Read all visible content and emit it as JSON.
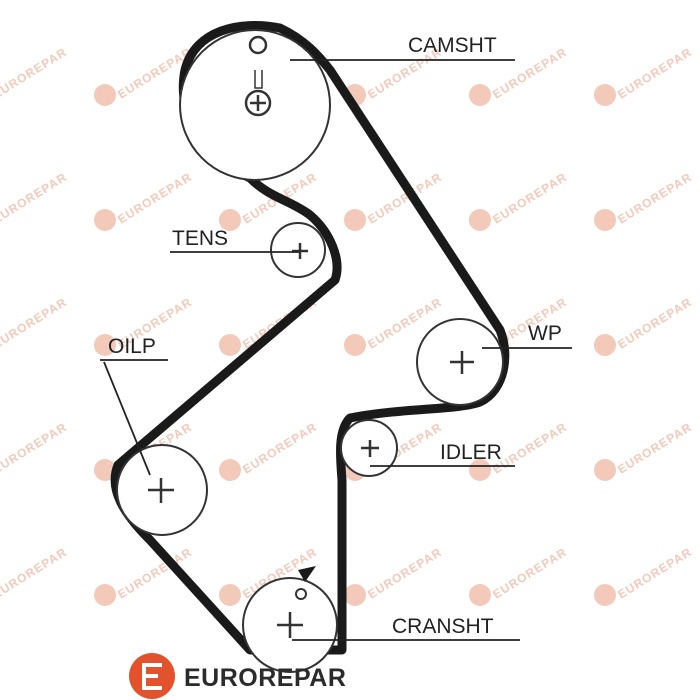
{
  "colors": {
    "belt": "#1a1a1a",
    "line": "#222222",
    "brand": "#e2522c",
    "watermark": "#f3c9ba"
  },
  "watermark": {
    "text": "EUROREPAR",
    "icon": "eurorepar-e-logo-icon"
  },
  "labels": {
    "camshaft": "CAMSHT",
    "tensioner": "TENS",
    "water_pump": "WP",
    "oil_pump": "OILP",
    "idler": "IDLER",
    "crankshaft": "CRANSHT"
  },
  "brand": {
    "name": "EUROREPAR",
    "icon": "eurorepar-e-logo-icon"
  }
}
